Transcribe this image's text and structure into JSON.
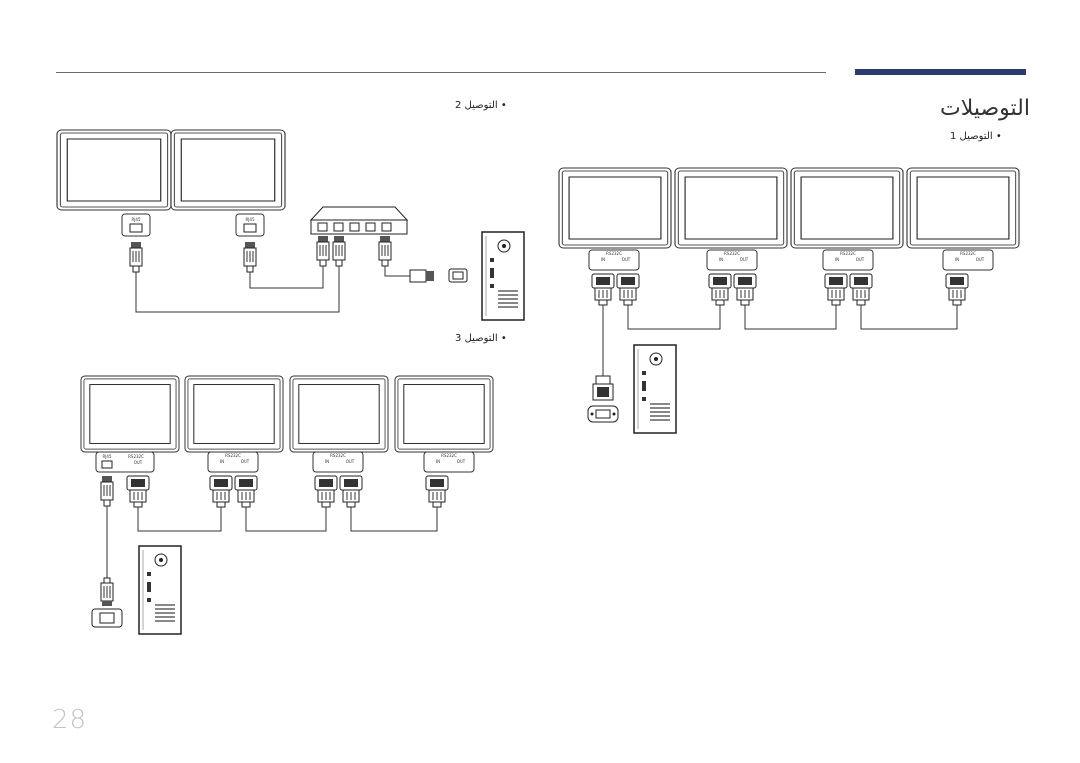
{
  "header": {
    "accent_color": "#2d3a6e"
  },
  "section_title": "التوصيلات",
  "labels": {
    "connection1": "• التوصيل 1",
    "connection2": "• التوصيل 2",
    "connection3": "• التوصيل 3"
  },
  "ports": {
    "rj45": "RJ45",
    "rs232c": "RS232C",
    "in": "IN",
    "out": "OUT"
  },
  "page_number": "28"
}
